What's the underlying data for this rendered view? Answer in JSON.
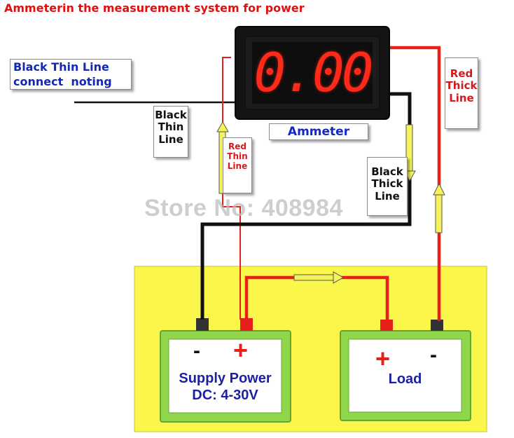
{
  "title": "Ammeterin the measurement system for power",
  "meter": {
    "display": "0.00",
    "label": "Ammeter"
  },
  "notes": {
    "black_thin_note": [
      "Black Thin Line",
      "connect  noting"
    ]
  },
  "wire_labels": {
    "black_thin": [
      "Black",
      "Thin",
      "Line"
    ],
    "red_thin": [
      "Red",
      "Thin",
      "Line"
    ],
    "black_thick": [
      "Black",
      "Thick",
      "Line"
    ],
    "red_thick": [
      "Red",
      "Thick",
      "Line"
    ]
  },
  "watermark": "Store No: 408984",
  "supply": {
    "minus": "-",
    "plus": "+",
    "line1": "Supply Power",
    "line2": "DC: 4-30V"
  },
  "load": {
    "plus": "+",
    "minus": "-",
    "label": "Load"
  },
  "colors": {
    "red_wire": "#e8201c",
    "black_wire": "#111111",
    "panel": "#fbf64a",
    "battery": "#8fd64a",
    "meter_digits": "#ff2a1a"
  }
}
